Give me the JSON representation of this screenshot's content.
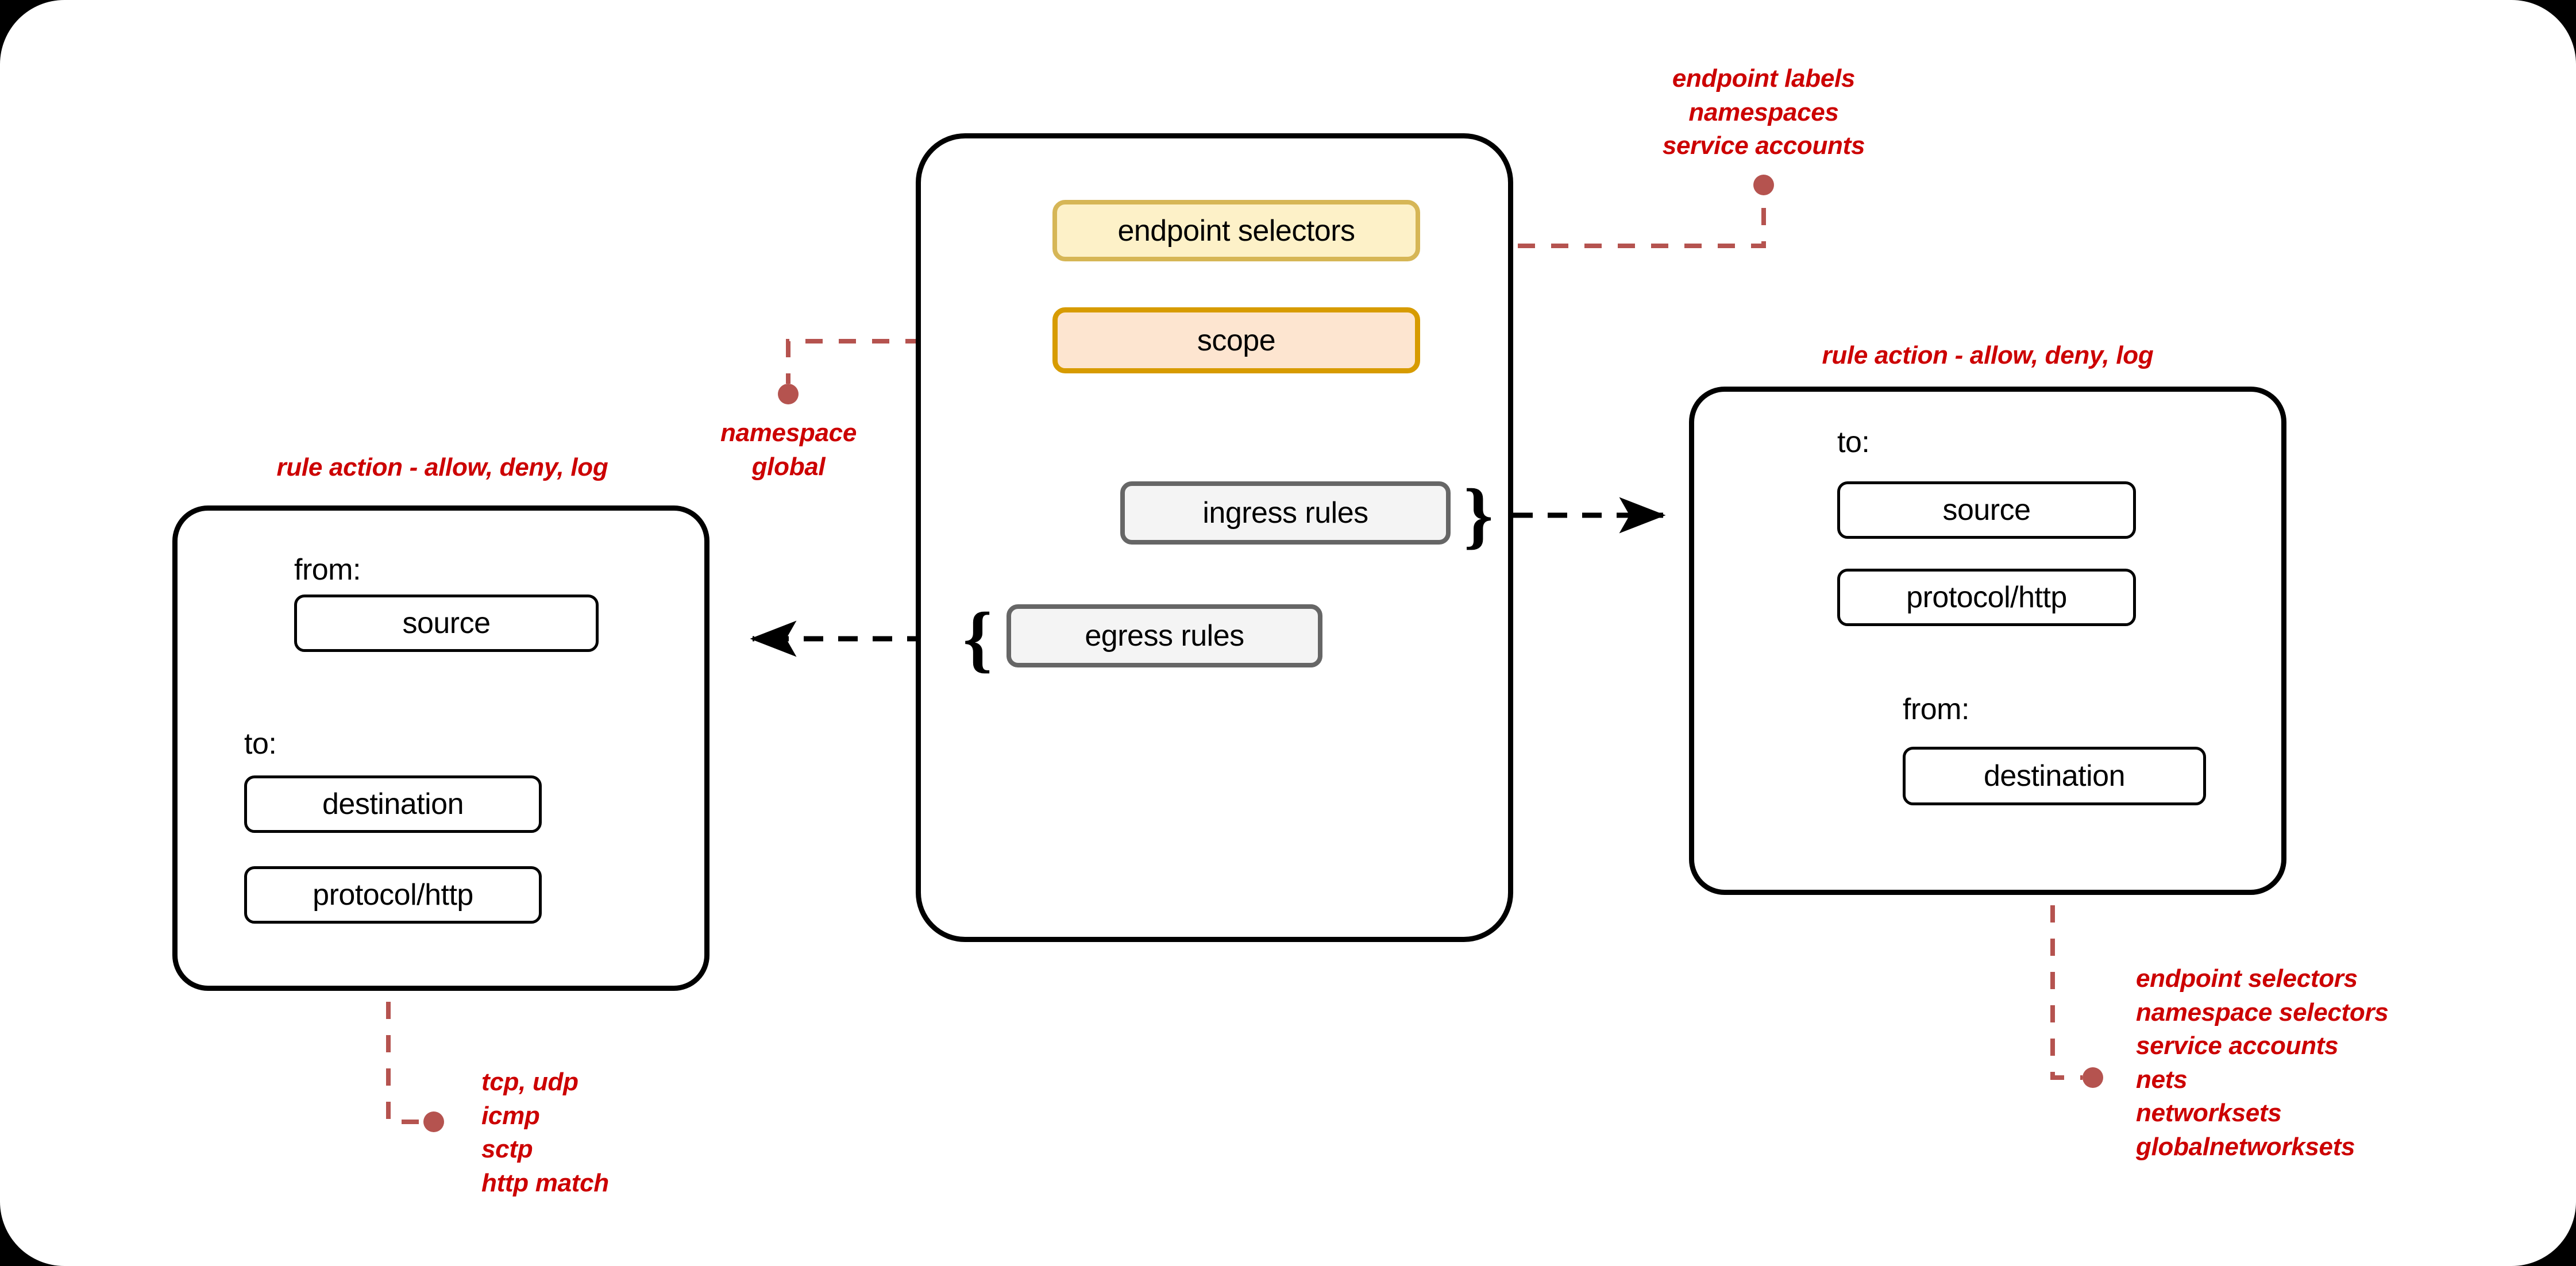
{
  "colors": {
    "background": "#000000",
    "page": "#ffffff",
    "panel_border": "#000000",
    "endpoint_selectors_fill": "#fdf1c8",
    "endpoint_selectors_border": "#d6b656",
    "scope_fill": "#fde5d0",
    "scope_border": "#d79b00",
    "rules_fill": "#f4f4f4",
    "rules_border": "#666666",
    "annotation_text": "#cc0000",
    "connector_line": "#b5534f",
    "arrow": "#000000"
  },
  "center_panel": {
    "boxes": [
      {
        "id": "endpoint-selectors",
        "label": "endpoint selectors",
        "style": "yellow"
      },
      {
        "id": "scope",
        "label": "scope",
        "style": "orange"
      },
      {
        "id": "ingress-rules",
        "label": "ingress rules",
        "style": "gray"
      },
      {
        "id": "egress-rules",
        "label": "egress rules",
        "style": "gray"
      }
    ],
    "braces": {
      "ingress": "}",
      "egress": "{"
    }
  },
  "left_panel": {
    "title": "rule action - allow, deny, log",
    "sections": [
      {
        "label": "from:",
        "boxes": [
          {
            "label": "source"
          }
        ]
      },
      {
        "label": "to:",
        "boxes": [
          {
            "label": "destination"
          },
          {
            "label": "protocol/http"
          }
        ]
      }
    ]
  },
  "right_panel": {
    "title": "rule action - allow, deny, log",
    "sections": [
      {
        "label": "to:",
        "boxes": [
          {
            "label": "source"
          },
          {
            "label": "protocol/http"
          }
        ]
      },
      {
        "label": "from:",
        "boxes": [
          {
            "label": "destination"
          }
        ]
      }
    ]
  },
  "annotations": {
    "endpoint_selectors": "endpoint labels\nnamespaces\nservice accounts",
    "scope": "namespace\nglobal",
    "protocol_left": "tcp, udp\nicmp\nsctp\nhttp match",
    "destination_right": "endpoint selectors\nnamespace selectors\nservice accounts\nnets\nnetworksets\nglobalnetworksets"
  }
}
